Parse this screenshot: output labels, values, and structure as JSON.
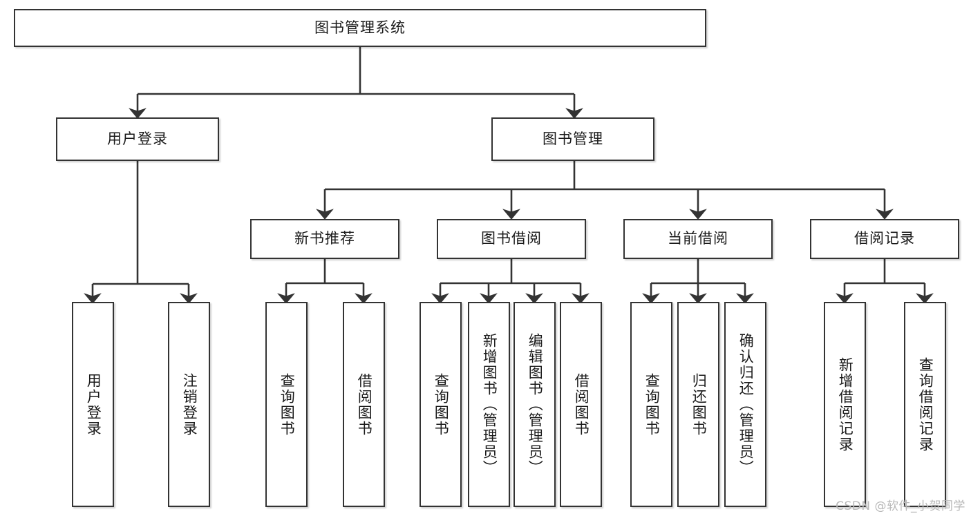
{
  "diagram": {
    "title": "图书管理系统",
    "type": "tree-hierarchy",
    "watermark": "CSDN @软件_小贺同学",
    "colors": {
      "box_border": "#333333",
      "box_fill": "#ffffff",
      "connector": "#333333",
      "text": "#1a1a1a",
      "watermark": "#b8b8b8"
    },
    "nodes": {
      "root": "图书管理系统",
      "level2": {
        "user_login": "用户登录",
        "book_manage": "图书管理"
      },
      "level3": {
        "new_book_rec": "新书推荐",
        "book_borrow": "图书借阅",
        "current_borrow": "当前借阅",
        "borrow_record": "借阅记录"
      },
      "leaves": {
        "user_login": [
          "用户登录",
          "注销登录"
        ],
        "new_book_rec": [
          "查询图书",
          "借阅图书"
        ],
        "book_borrow": [
          "查询图书",
          "新增图书（管理员）",
          "编辑图书（管理员）",
          "借阅图书"
        ],
        "current_borrow": [
          "查询图书",
          "归还图书",
          "确认归还（管理员）"
        ],
        "borrow_record": [
          "新增借阅记录",
          "查询借阅记录"
        ]
      }
    }
  }
}
